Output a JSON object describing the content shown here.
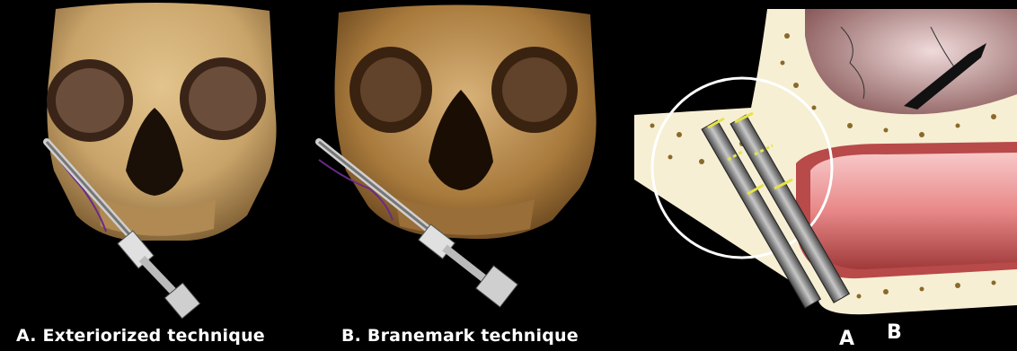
{
  "captions": {
    "a": "A. Exteriorized technique",
    "b": "B. Branemark technique"
  },
  "diagram_labels": {
    "implant_a": "A",
    "implant_b": "B"
  },
  "colors": {
    "background": "#000000",
    "skull_bone": "#c9a46a",
    "skull_bone_aged": "#a87a3c",
    "cortical_bone": "#f6efd4",
    "orbit_brain": "#c49a9a",
    "sinus_pink": "#d86a6a",
    "implant_gray": "#6f6f6f",
    "thread_yellow": "#e6e34a",
    "gum_contour": "#6a2a8a"
  }
}
